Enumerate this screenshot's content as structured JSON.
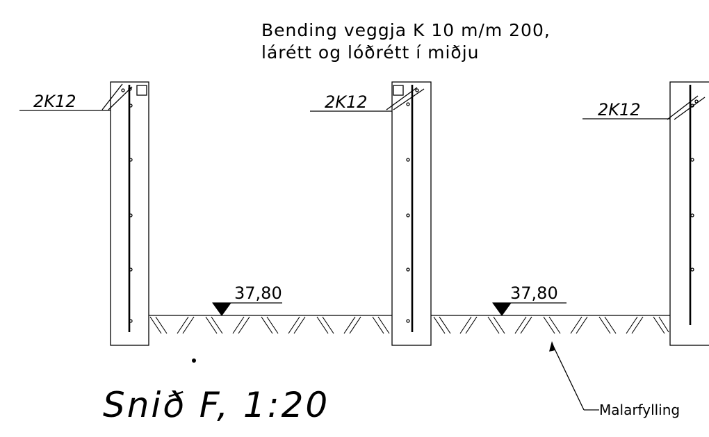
{
  "note": {
    "line1": "Bending veggja K 10 m/m 200,",
    "line2": "lárétt og lóðrétt í miðju"
  },
  "walls": [
    {
      "rebar_label": "2K12",
      "elevation": "37,80"
    },
    {
      "rebar_label": "2K12",
      "elevation": "37,80"
    },
    {
      "rebar_label": "2K12"
    }
  ],
  "section_title": "Snið F, 1:20",
  "fill_label": "Malarfylling"
}
